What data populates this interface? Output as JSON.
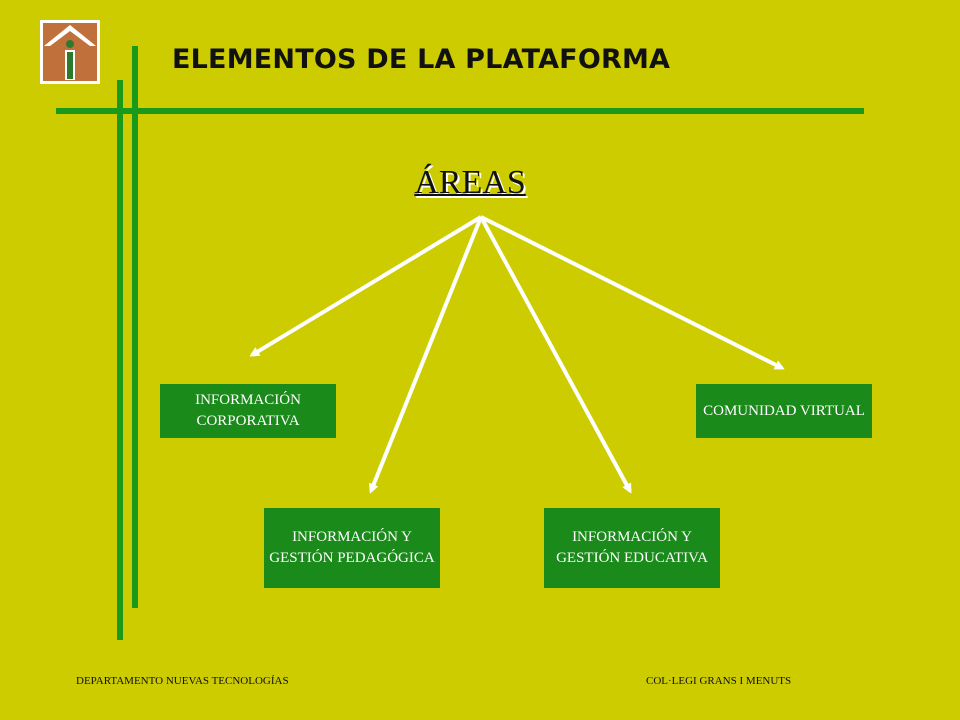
{
  "header": {
    "title": "ELEMENTOS DE LA PLATAFORMA"
  },
  "diagram": {
    "root": "ÁREAS",
    "areas": [
      {
        "label": "INFORMACIÓN CORPORATIVA"
      },
      {
        "label": "COMUNIDAD VIRTUAL"
      },
      {
        "label": "INFORMACIÓN Y GESTIÓN PEDAGÓGICA"
      },
      {
        "label": "INFORMACIÓN Y GESTIÓN EDUCATIVA"
      }
    ]
  },
  "footer": {
    "left": "DEPARTAMENTO NUEVAS TECNOLOGÍAS",
    "right": "COL·LEGI GRANS I MENUTS"
  },
  "colors": {
    "background": "#cccc00",
    "accent_line": "#1a9a1a",
    "box_fill": "#1a8a1a",
    "arrow": "#ffffff"
  },
  "icons": {
    "logo": "house-info-logo-icon"
  }
}
